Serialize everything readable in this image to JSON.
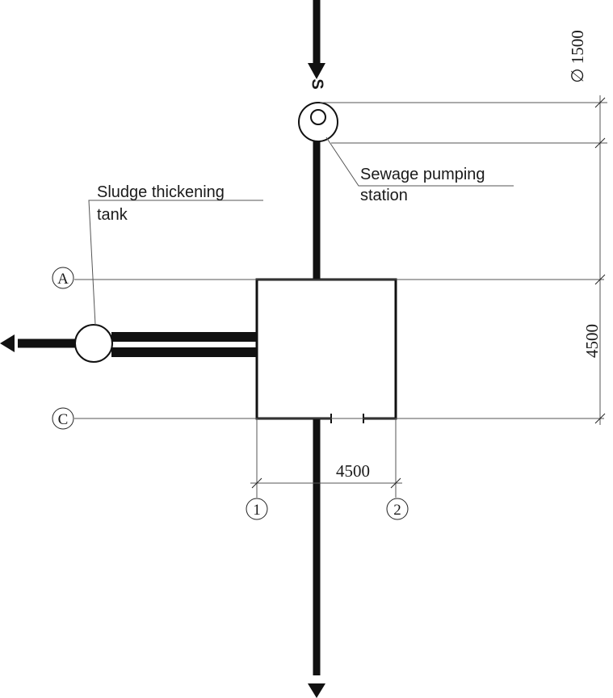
{
  "labels": {
    "sludge_tank_line1": "Sludge thickening",
    "sludge_tank_line2": "tank",
    "pumping_station_line1": "Sewage pumping",
    "pumping_station_line2": "station",
    "sewer_code": "S"
  },
  "dimensions": {
    "pump_diameter": "∅ 1500",
    "height": "4500",
    "width": "4500"
  },
  "axes": {
    "row_a": "A",
    "row_c": "C",
    "col_1": "1",
    "col_2": "2"
  },
  "colors": {
    "ink": "#111111",
    "thin_line": "#555555"
  }
}
